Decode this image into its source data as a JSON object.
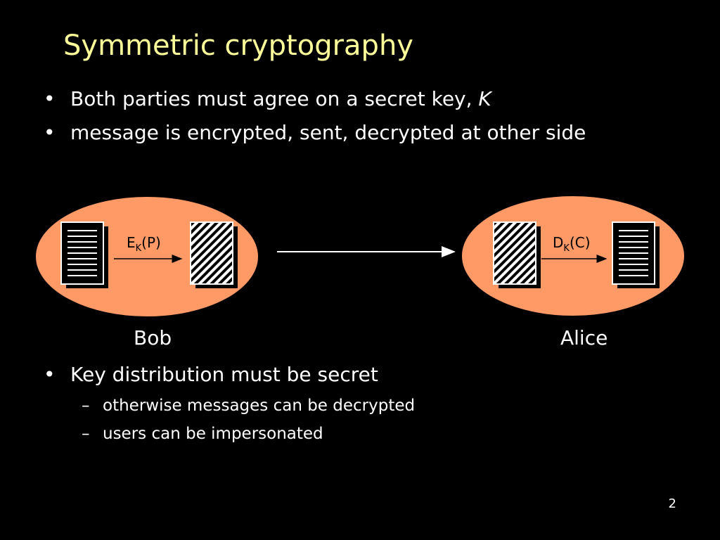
{
  "slide": {
    "title": "Symmetric cryptography",
    "page_number": "2",
    "bullets_top": [
      {
        "text": "Both parties must agree on a secret key, ",
        "emph": "K"
      },
      {
        "text": "message is encrypted, sent, decrypted at other side",
        "emph": ""
      }
    ],
    "bullets_bottom": [
      {
        "text": "Key distribution must be secret"
      }
    ],
    "sub_bullets": [
      {
        "text": "otherwise messages can be decrypted"
      },
      {
        "text": "users can be impersonated"
      }
    ]
  },
  "diagram": {
    "sender": {
      "label": "Bob",
      "op_main": "E",
      "op_sub": "K",
      "op_arg": "(P)"
    },
    "receiver": {
      "label": "Alice",
      "op_main": "D",
      "op_sub": "K",
      "op_arg": "(C)"
    },
    "colors": {
      "ellipse_fill": "#ff9966",
      "title": "#ffff99",
      "background": "#000000"
    },
    "icons": [
      "plaintext-document-icon",
      "ciphertext-document-icon",
      "transmission-arrow"
    ]
  }
}
